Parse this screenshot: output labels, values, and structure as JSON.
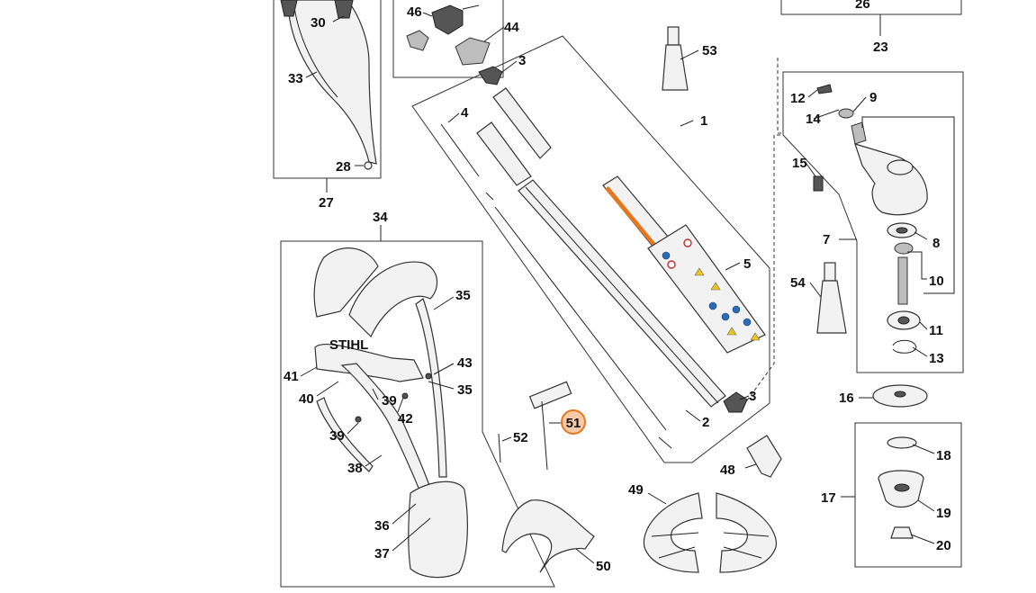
{
  "diagram": {
    "labels": [
      "1",
      "2",
      "3",
      "3",
      "4",
      "5",
      "7",
      "8",
      "9",
      "10",
      "11",
      "12",
      "13",
      "14",
      "15",
      "16",
      "17",
      "18",
      "19",
      "20",
      "23",
      "26",
      "27",
      "28",
      "30",
      "33",
      "34",
      "35",
      "35",
      "36",
      "37",
      "38",
      "39",
      "39",
      "40",
      "41",
      "42",
      "43",
      "44",
      "46",
      "48",
      "49",
      "50",
      "51",
      "52",
      "53",
      "54"
    ],
    "highlighted_part": "51",
    "brand_text": "STIHL",
    "colors": {
      "highlight_fill": "#f8c9a6",
      "highlight_stroke": "#e5781f",
      "line": "#222222"
    }
  }
}
